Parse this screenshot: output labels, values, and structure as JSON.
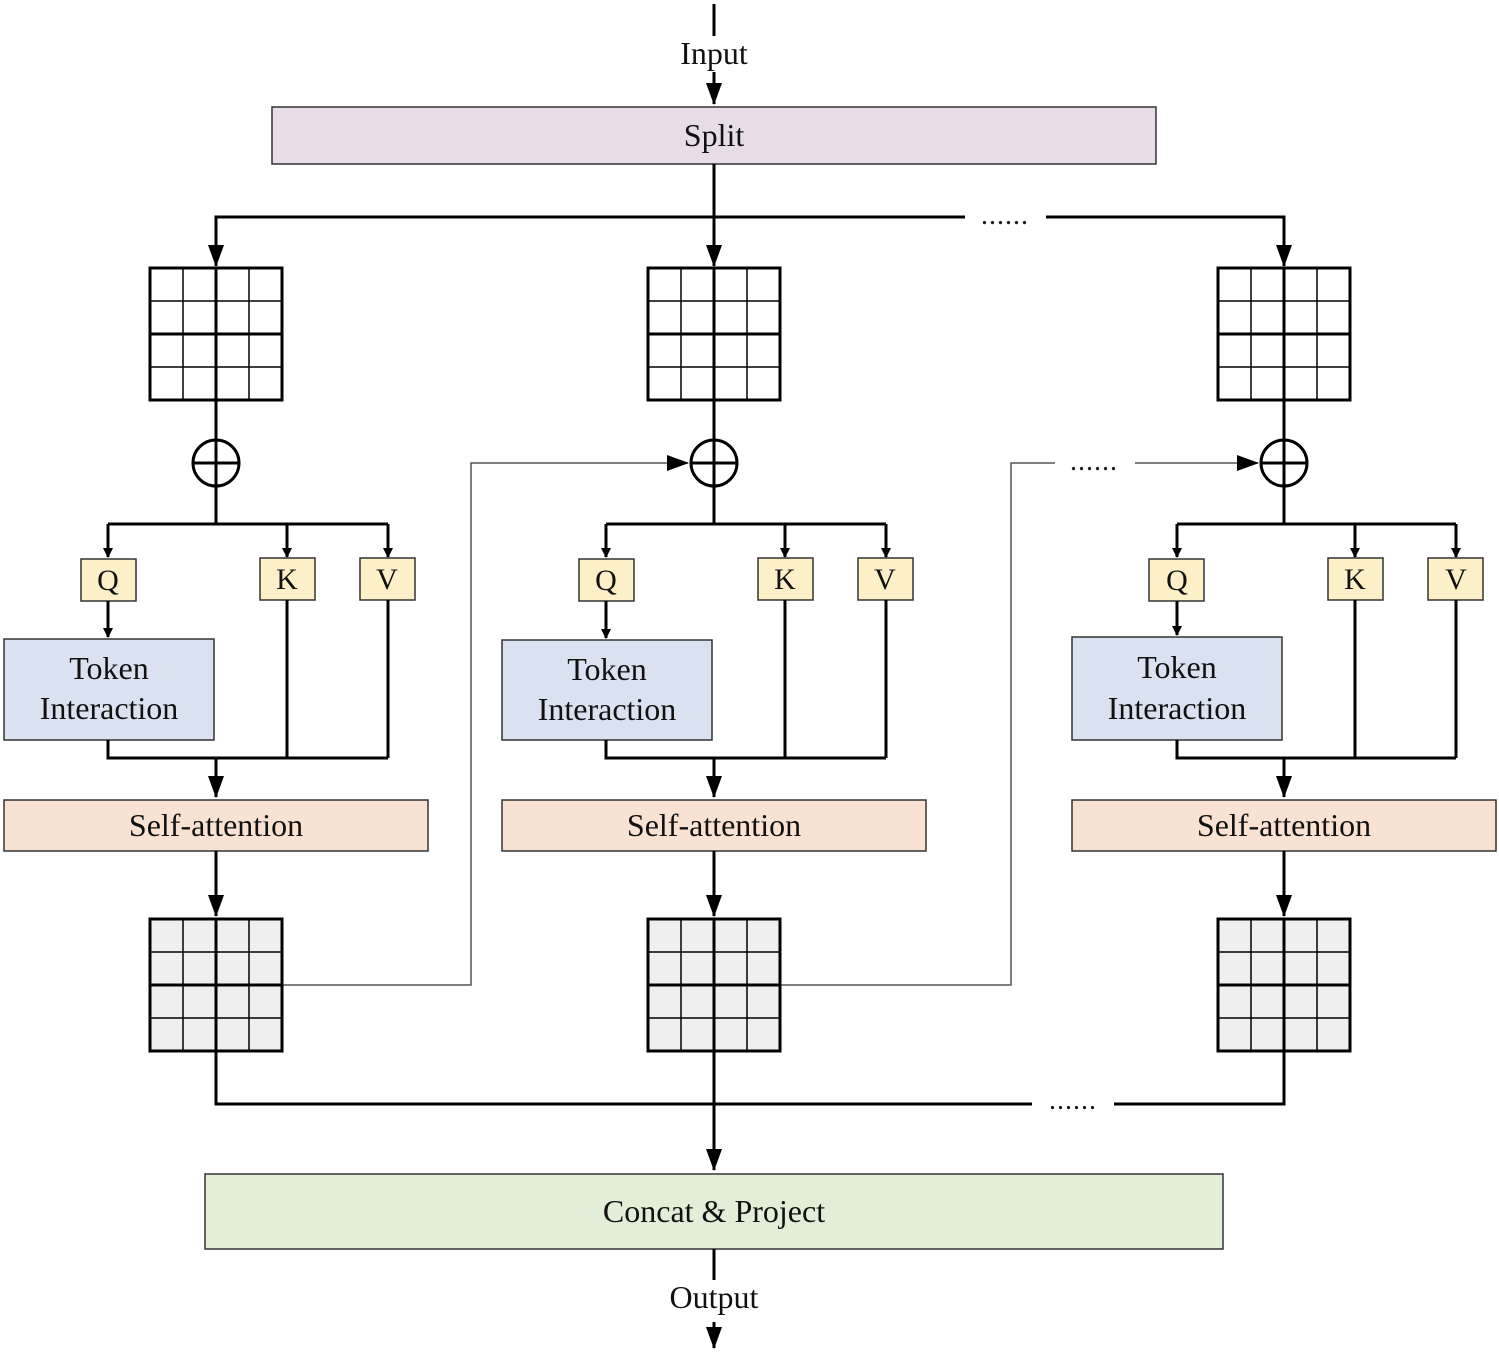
{
  "labels": {
    "input": "Input",
    "output": "Output",
    "split": "Split",
    "concat": "Concat & Project",
    "dots": "......"
  },
  "branches": [
    {
      "q": "Q",
      "k": "K",
      "v": "V",
      "token_line1": "Token",
      "token_line2": "Interaction",
      "self_attention": "Self-attention"
    },
    {
      "q": "Q",
      "k": "K",
      "v": "V",
      "token_line1": "Token",
      "token_line2": "Interaction",
      "self_attention": "Self-attention"
    },
    {
      "q": "Q",
      "k": "K",
      "v": "V",
      "token_line1": "Token",
      "token_line2": "Interaction",
      "self_attention": "Self-attention"
    }
  ],
  "colors": {
    "split": "#e8dce8",
    "qkv": "#fdf0c8",
    "token": "#dae2f2",
    "self_attention": "#f9e2d2",
    "output_grid": "#efefef",
    "concat": "#e2eed8"
  }
}
